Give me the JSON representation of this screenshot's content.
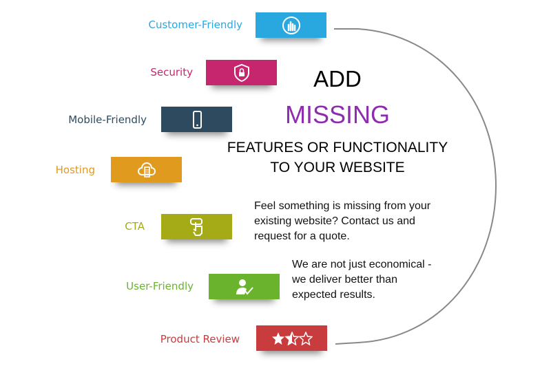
{
  "items": [
    {
      "label": "Customer-Friendly",
      "color": "#29a8df",
      "icon": "touch-hand-icon"
    },
    {
      "label": "Security",
      "color": "#c6266e",
      "icon": "shield-lock-icon"
    },
    {
      "label": "Mobile-Friendly",
      "color": "#2e4a5f",
      "icon": "smartphone-icon"
    },
    {
      "label": "Hosting",
      "color": "#e09a1e",
      "icon": "cloud-server-icon"
    },
    {
      "label": "CTA",
      "color": "#a5ab16",
      "icon": "tap-button-icon"
    },
    {
      "label": "User-Friendly",
      "color": "#6ab42d",
      "icon": "user-check-icon"
    },
    {
      "label": "Product Review",
      "color": "#c83c3e",
      "icon": "star-rating-icon"
    }
  ],
  "heading": {
    "line1": "ADD",
    "line2": "MISSING",
    "line3": "FEATURES OR FUNCTIONALITY",
    "line4": "TO YOUR WEBSITE"
  },
  "paragraphs": [
    [
      "Feel something is missing from your",
      "existing website? Contact us and",
      "request for a quote."
    ],
    [
      "We are not just economical -",
      "we deliver better than",
      "expected results."
    ]
  ]
}
